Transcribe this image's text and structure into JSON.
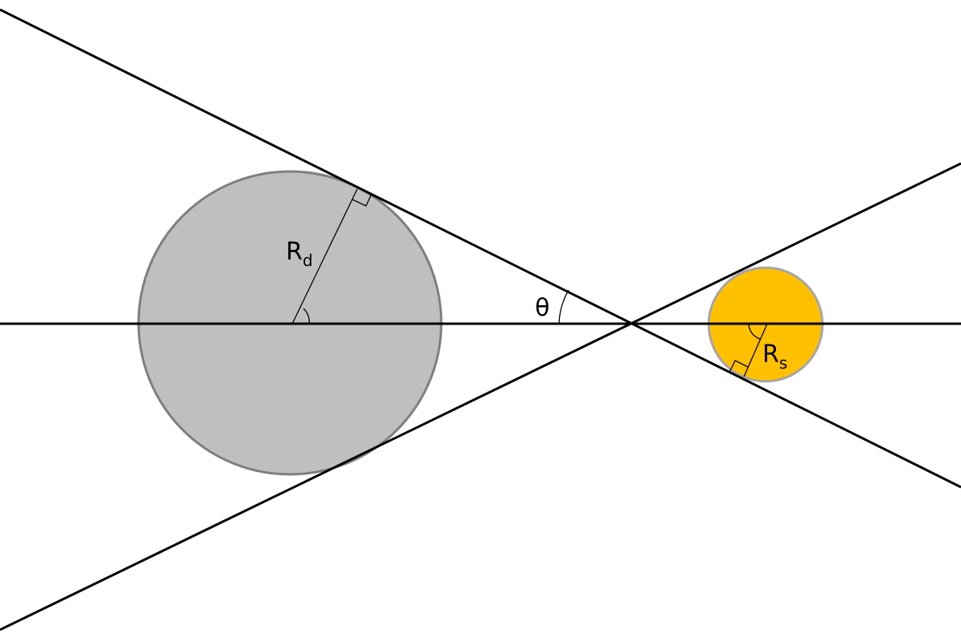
{
  "labels": {
    "rd_main": "R",
    "rd_sub": "d",
    "rs_main": "R",
    "rs_sub": "s",
    "theta": "θ"
  },
  "colors": {
    "large_circle_fill": "#bfbfbf",
    "large_circle_stroke": "#7f7f7f",
    "small_circle_fill": "#ffc000",
    "small_circle_stroke": "#a6a6a6",
    "line": "#000000"
  }
}
